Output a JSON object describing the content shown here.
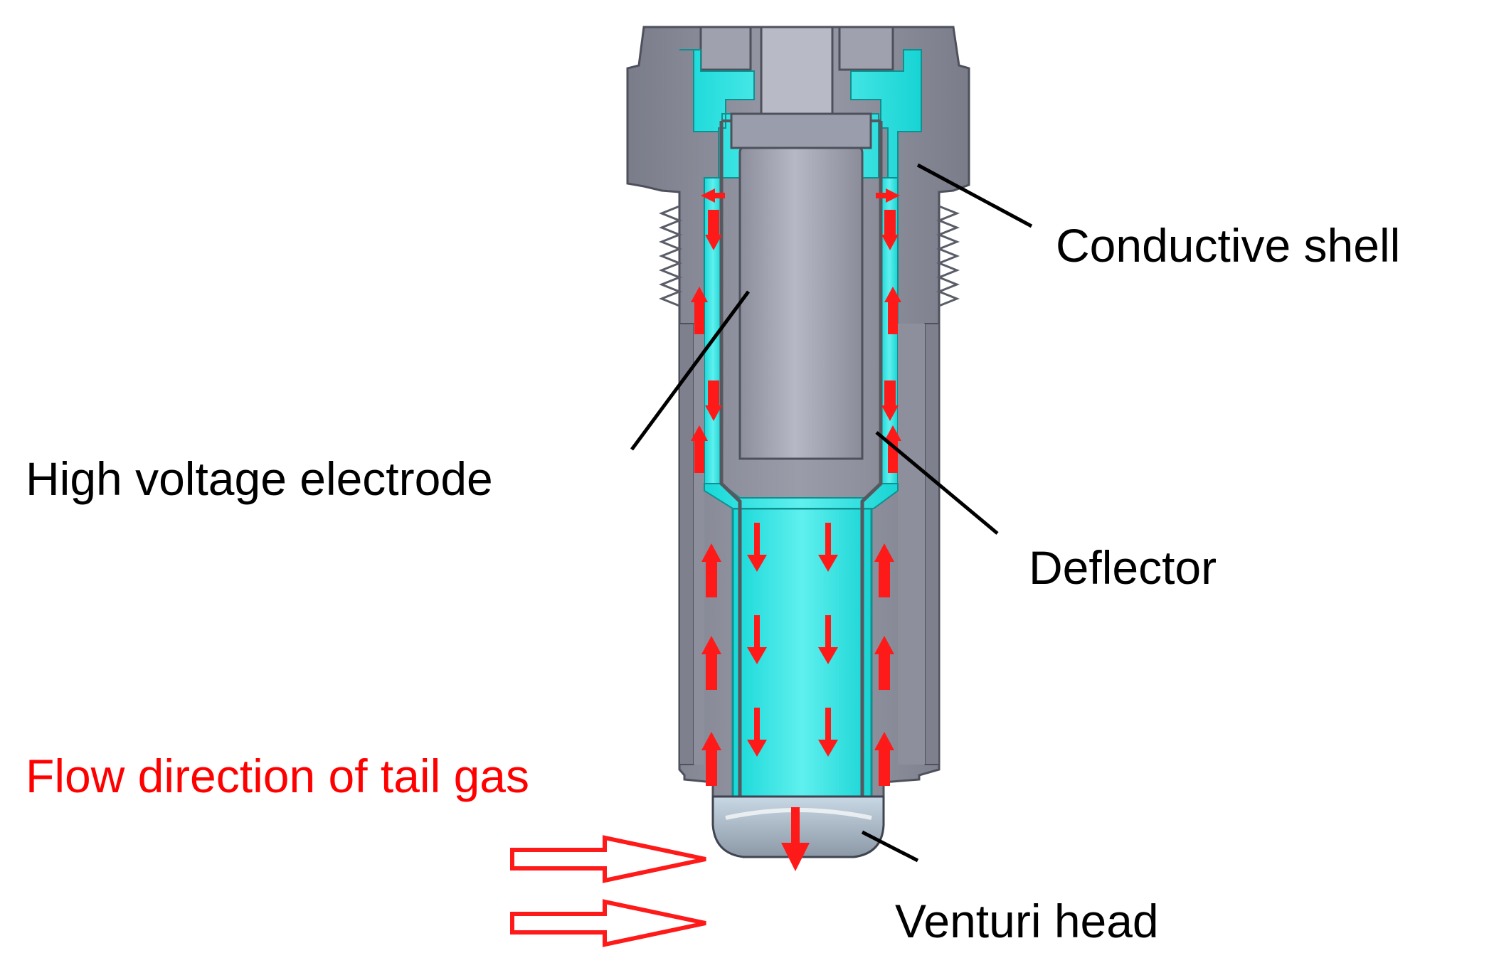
{
  "labels": {
    "conductive_shell": "Conductive shell",
    "high_voltage_electrode": "High voltage electrode",
    "deflector": "Deflector",
    "flow_direction": "Flow direction of tail gas",
    "venturi_head": "Venturi head"
  },
  "colors": {
    "metal": "#8b8e9a",
    "metal_dark": "#6f727d",
    "electrode": "#a8aab8",
    "gas": "#2ee6e6",
    "arrow": "#ff1a1a",
    "leader": "#000000",
    "flow_label": "#ff0000"
  },
  "icons": {
    "flow_in_arrows": "hollow-right-arrow",
    "flow_arrows": "solid-arrow"
  }
}
